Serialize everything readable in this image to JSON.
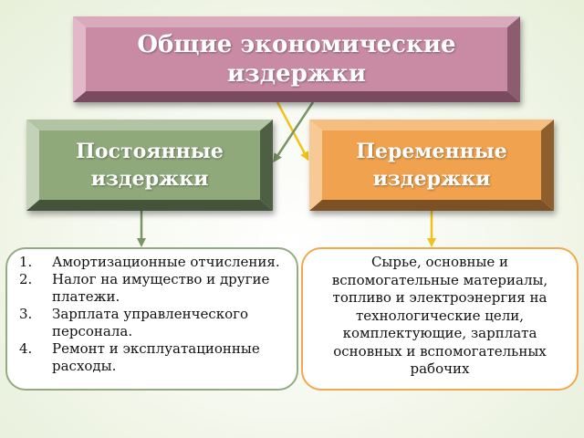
{
  "main_box": {
    "title_line1": "Общие экономические",
    "title_line2": "издержки"
  },
  "fixed_box": {
    "title_line1": "Постоянные",
    "title_line2": "издержки"
  },
  "variable_box": {
    "title_line1": "Переменные",
    "title_line2": "издержки"
  },
  "fixed_list": [
    {
      "num": "1.",
      "text": "Амортизационные отчисления."
    },
    {
      "num": "2.",
      "text": "Налог на имущество и другие платежи."
    },
    {
      "num": "3.",
      "text": "Зарплата управленческого персонала."
    },
    {
      "num": "4.",
      "text": "Ремонт и эксплуатационные расходы."
    }
  ],
  "variable_text": "Сырье, основные и вспомогательные материалы, топливо и электроэнергия на технологические цели, комплектующие, зарплата основных и вспомогательных рабочих",
  "colors": {
    "main": "#c98ba3",
    "fixed": "#8fa97a",
    "variable": "#f0a24e",
    "fixed_arrow": "#7a9466",
    "variable_arrow": "#f2c21a"
  }
}
